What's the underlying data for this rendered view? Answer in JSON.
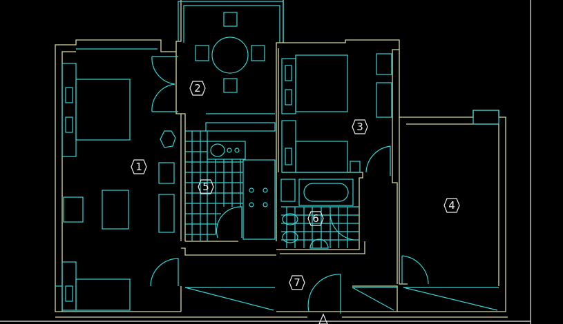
{
  "drawing": {
    "type": "floor-plan",
    "colors": {
      "background": "#000000",
      "walls": "#d8d8a0",
      "furniture": "#33d6d6",
      "labels": "#f0f0f0"
    },
    "rooms": [
      {
        "id": "1",
        "label": "1"
      },
      {
        "id": "2",
        "label": "2"
      },
      {
        "id": "3",
        "label": "3"
      },
      {
        "id": "4",
        "label": "4"
      },
      {
        "id": "5",
        "label": "5"
      },
      {
        "id": "6",
        "label": "6"
      },
      {
        "id": "7",
        "label": "7"
      }
    ]
  }
}
